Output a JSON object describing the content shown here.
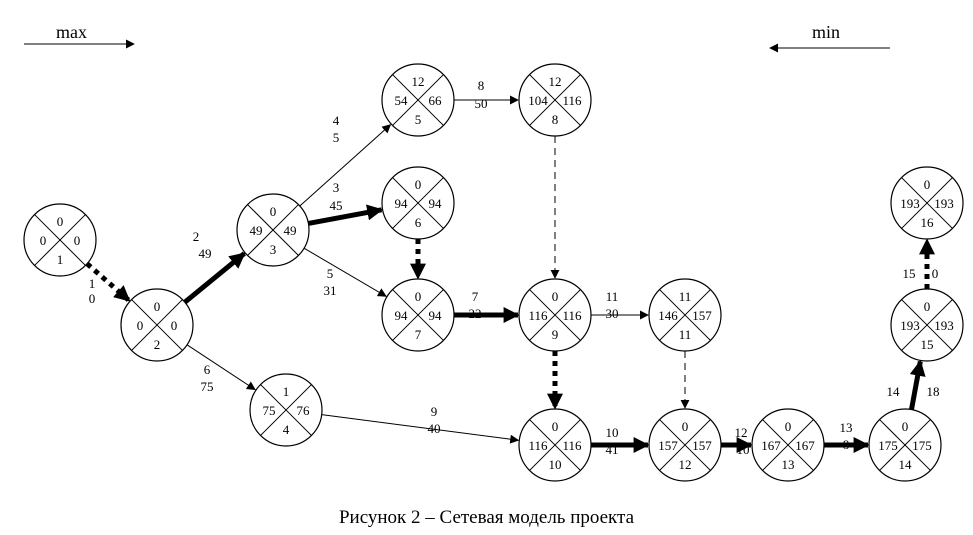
{
  "caption": "Рисунок 2 – Сетевая модель проекта",
  "direction": {
    "left": "max",
    "right": "min"
  },
  "nodes": [
    {
      "id": 1,
      "top": "0",
      "left": "0",
      "right": "0",
      "bottom": "1"
    },
    {
      "id": 2,
      "top": "0",
      "left": "0",
      "right": "0",
      "bottom": "2"
    },
    {
      "id": 3,
      "top": "0",
      "left": "49",
      "right": "49",
      "bottom": "3"
    },
    {
      "id": 4,
      "top": "1",
      "left": "75",
      "right": "76",
      "bottom": "4"
    },
    {
      "id": 5,
      "top": "12",
      "left": "54",
      "right": "66",
      "bottom": "5"
    },
    {
      "id": 6,
      "top": "0",
      "left": "94",
      "right": "94",
      "bottom": "6"
    },
    {
      "id": 7,
      "top": "0",
      "left": "94",
      "right": "94",
      "bottom": "7"
    },
    {
      "id": 8,
      "top": "12",
      "left": "104",
      "right": "116",
      "bottom": "8"
    },
    {
      "id": 9,
      "top": "0",
      "left": "116",
      "right": "116",
      "bottom": "9"
    },
    {
      "id": 10,
      "top": "0",
      "left": "116",
      "right": "116",
      "bottom": "10"
    },
    {
      "id": 11,
      "top": "11",
      "left": "146",
      "right": "157",
      "bottom": "11"
    },
    {
      "id": 12,
      "top": "0",
      "left": "157",
      "right": "157",
      "bottom": "12"
    },
    {
      "id": 13,
      "top": "0",
      "left": "167",
      "right": "167",
      "bottom": "13"
    },
    {
      "id": 14,
      "top": "0",
      "left": "175",
      "right": "175",
      "bottom": "14"
    },
    {
      "id": 15,
      "top": "0",
      "left": "193",
      "right": "193",
      "bottom": "15"
    },
    {
      "id": 16,
      "top": "0",
      "left": "193",
      "right": "193",
      "bottom": "16"
    }
  ],
  "edges": [
    {
      "from": 1,
      "to": 2,
      "style": "critical-dummy",
      "label": "1",
      "value": "0"
    },
    {
      "from": 2,
      "to": 3,
      "style": "critical",
      "label": "2",
      "value": "49"
    },
    {
      "from": 2,
      "to": 4,
      "style": "normal",
      "label": "6",
      "value": "75"
    },
    {
      "from": 3,
      "to": 5,
      "style": "normal",
      "label": "4",
      "value": "5"
    },
    {
      "from": 3,
      "to": 6,
      "style": "critical",
      "label": "3",
      "value": "45"
    },
    {
      "from": 3,
      "to": 7,
      "style": "normal",
      "label": "5",
      "value": "31"
    },
    {
      "from": 5,
      "to": 8,
      "style": "normal",
      "label": "8",
      "value": "50"
    },
    {
      "from": 6,
      "to": 7,
      "style": "critical-dummy",
      "label": "",
      "value": ""
    },
    {
      "from": 8,
      "to": 9,
      "style": "dummy",
      "label": "",
      "value": ""
    },
    {
      "from": 7,
      "to": 9,
      "style": "critical",
      "label": "7",
      "value": "22"
    },
    {
      "from": 9,
      "to": 11,
      "style": "normal",
      "label": "11",
      "value": "30"
    },
    {
      "from": 9,
      "to": 10,
      "style": "critical-dummy",
      "label": "",
      "value": ""
    },
    {
      "from": 4,
      "to": 10,
      "style": "normal",
      "label": "9",
      "value": "40"
    },
    {
      "from": 11,
      "to": 12,
      "style": "dummy",
      "label": "",
      "value": ""
    },
    {
      "from": 10,
      "to": 12,
      "style": "critical",
      "label": "10",
      "value": "41"
    },
    {
      "from": 12,
      "to": 13,
      "style": "critical",
      "label": "12",
      "value": "10"
    },
    {
      "from": 13,
      "to": 14,
      "style": "critical",
      "label": "13",
      "value": "8"
    },
    {
      "from": 14,
      "to": 15,
      "style": "critical",
      "label": "14",
      "value": "18"
    },
    {
      "from": 15,
      "to": 16,
      "style": "critical-dummy",
      "label": "15",
      "value": "0"
    }
  ]
}
